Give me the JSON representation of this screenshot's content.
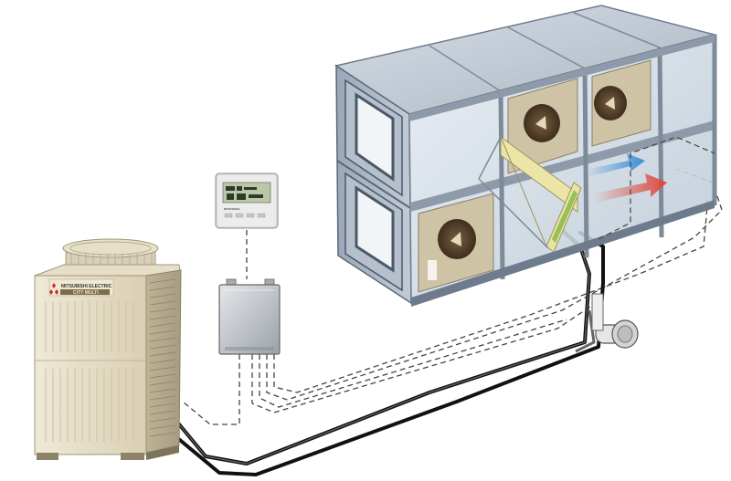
{
  "colors": {
    "background": "#ffffff",
    "cabinet_frame": "#7f8ea0",
    "cabinet_frame_dark": "#4b5868",
    "glass": "#c9d6e2",
    "glass_light": "#e6edf3",
    "outdoor_unit_body": "#e7dfc8",
    "outdoor_unit_shade": "#c9bfa3",
    "fan_duct": "#5d4631",
    "fan_disc": "#e4d9bf",
    "coil_frame": "#e9e3a6",
    "coil_green": "#95c255",
    "refrigerant_pipe": "#111111",
    "control_wire": "#444444",
    "arrow_cool": "#3c8fd6",
    "arrow_warm": "#e0483d",
    "controller_box": "#b9bec4",
    "remote_body": "#dcdcdc",
    "remote_screen": "#b9c8a6"
  },
  "outdoor_unit": {
    "brand_label": "MITSUBISHI ELECTRIC",
    "series_label": "CITY MULTI"
  },
  "remote_controller": {
    "brand_label": "MITSUBISHI"
  },
  "icons": [
    "outdoor-unit-icon",
    "remote-controller-icon",
    "controller-box-icon",
    "air-handling-unit-icon",
    "expansion-valve-icon",
    "airflow-arrow-icon"
  ]
}
